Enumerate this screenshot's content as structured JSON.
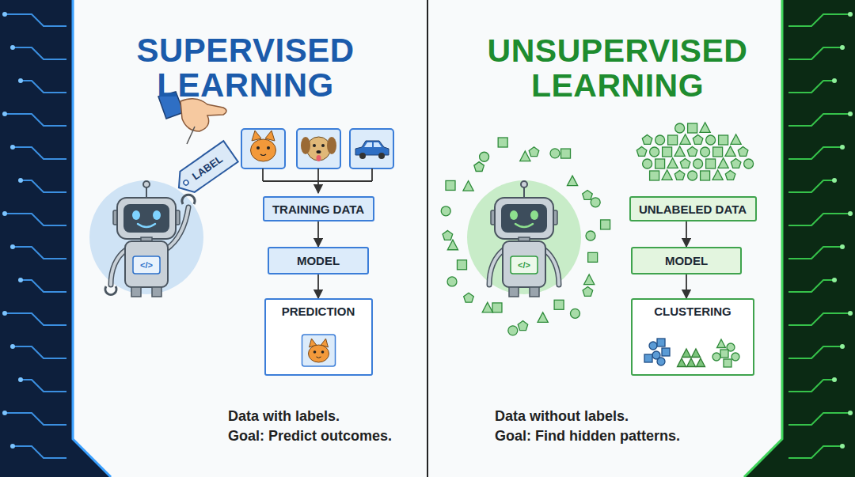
{
  "diagram": {
    "nodes": [
      {
        "text": [
          "TRAINING DATA"
        ]
      },
      {
        "text": [
          "MODEL"
        ]
      },
      {
        "text": [
          "PREDICTION"
        ]
      },
      {
        "text": [
          "UNLABELED DATA"
        ]
      },
      {
        "text": [
          "MODEL"
        ]
      },
      {
        "text": [
          "CLUSTERING"
        ]
      }
    ],
    "edges": [
      {
        "from": 0,
        "to": 1,
        "arrow": "to"
      },
      {
        "from": 1,
        "to": 2,
        "arrow": "to"
      },
      {
        "from": 3,
        "to": 4,
        "arrow": "to"
      },
      {
        "from": 4,
        "to": 5,
        "arrow": "to"
      }
    ],
    "labels": [
      "SUPERVISED LEARNING",
      "LABEL",
      "</>",
      "Data with labels.",
      "Goal: Predict outcomes.",
      "UNSUPERVISED LEARNING",
      "</>",
      "Data without labels.",
      "Goal: Find hidden patterns."
    ]
  }
}
